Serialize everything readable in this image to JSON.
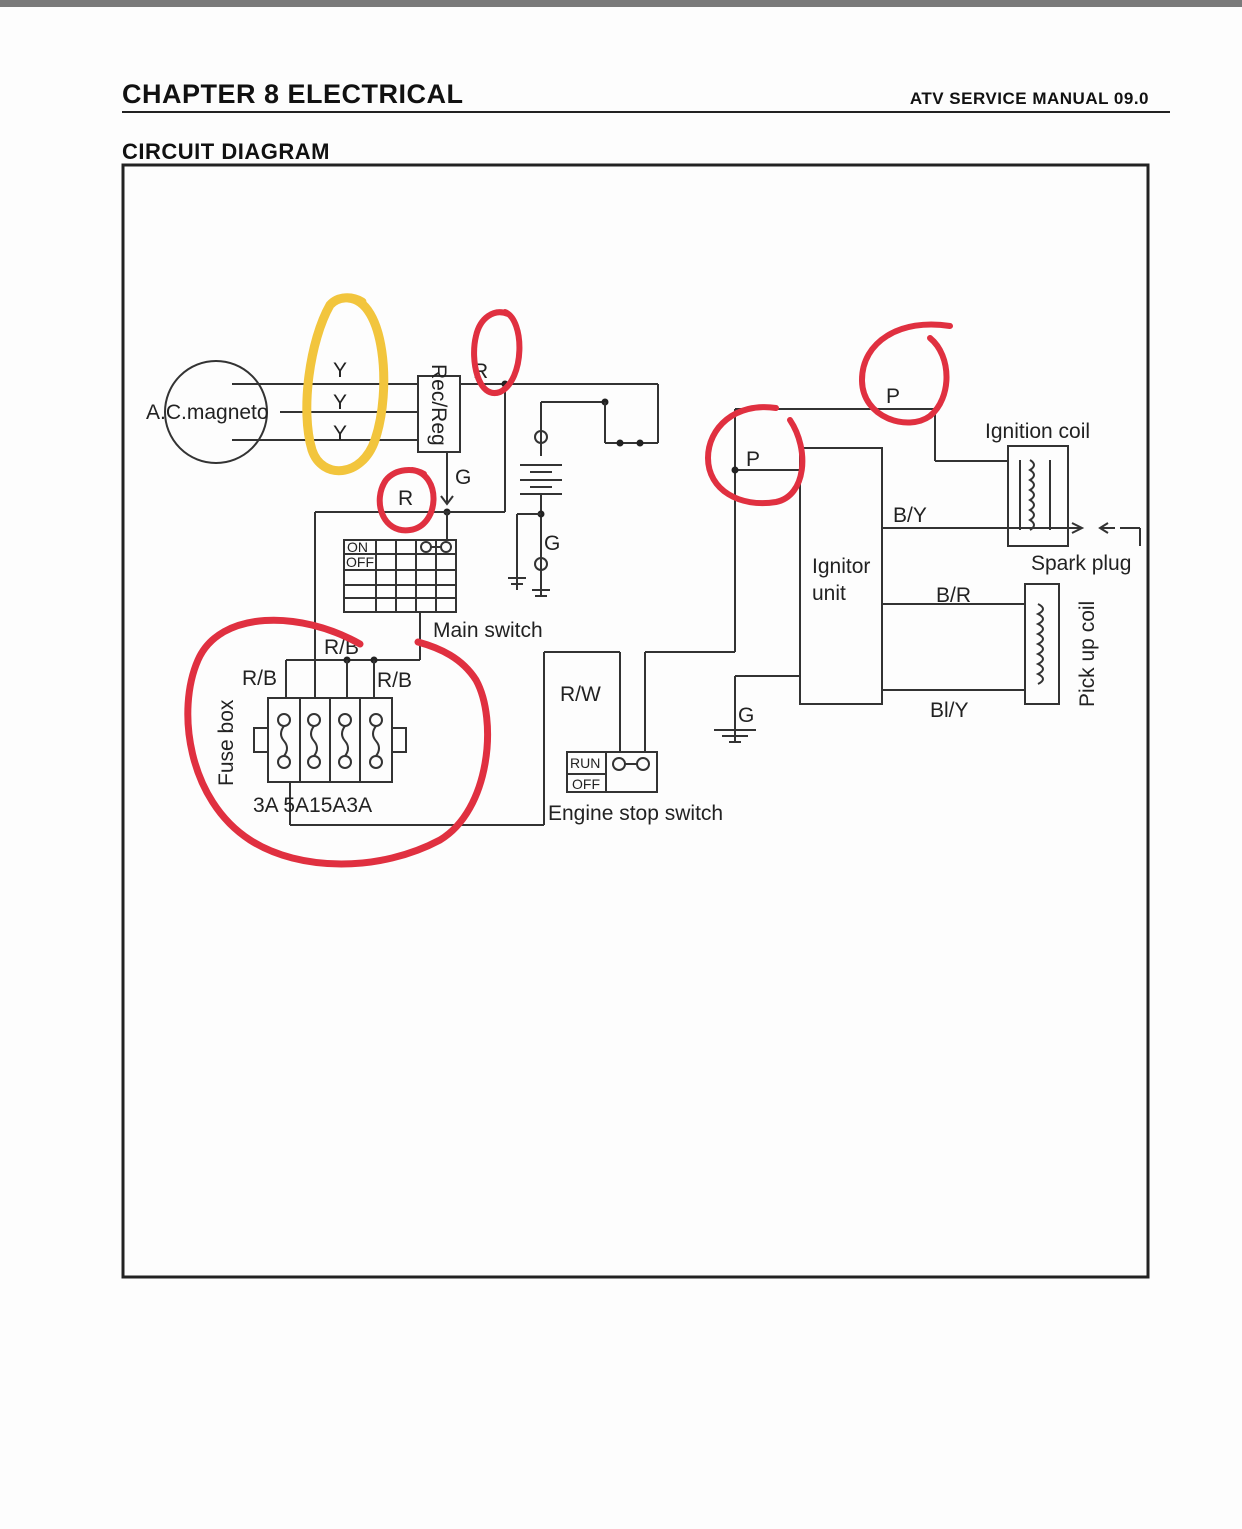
{
  "header": {
    "chapter": "CHAPTER  8  ELECTRICAL",
    "manual": "ATV  SERVICE  MANUAL  09.0"
  },
  "section_title": "CIRCUIT DIAGRAM",
  "components": {
    "ac_magneto": "A.C.magneto",
    "rec_reg": "Rec/Reg",
    "main_switch": "Main switch",
    "main_switch_on": "ON",
    "main_switch_off": "OFF",
    "fuse_box": "Fuse box",
    "fuse_ratings": "3A 5A15A3A",
    "engine_stop_switch": "Engine stop switch",
    "engine_stop_run": "RUN",
    "engine_stop_off": "OFF",
    "ignitor_unit_line1": "Ignitor",
    "ignitor_unit_line2": "unit",
    "ignition_coil": "Ignition coil",
    "spark_plug": "Spark plug",
    "pick_up_coil": "Pick up coil"
  },
  "wire_labels": {
    "y1": "Y",
    "y2": "Y",
    "y3": "Y",
    "r_top": "R",
    "g_rec": "G",
    "r_switch": "R",
    "g_battery": "G",
    "rb_top": "R/B",
    "rb_left": "R/B",
    "rb_right": "R/B",
    "rw": "R/W",
    "p_top": "P",
    "p_mid": "P",
    "by": "B/Y",
    "br": "B/R",
    "bly": "Bl/Y",
    "g_ground": "G"
  },
  "annotation_colors": {
    "yellow": "#f2c53d",
    "red": "#e03040"
  }
}
